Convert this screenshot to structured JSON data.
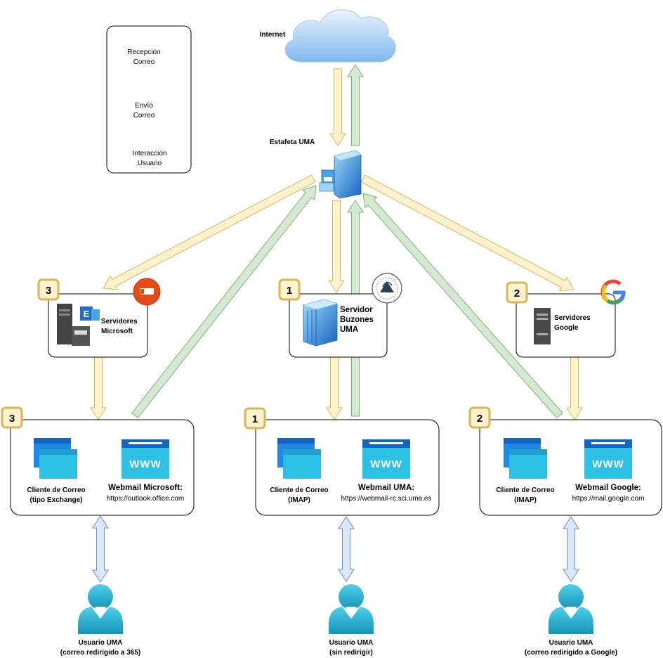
{
  "colors": {
    "reception_fill": "#fff2cc",
    "reception_stroke": "#d6b656",
    "send_fill": "#d5e8d4",
    "send_stroke": "#82b366",
    "user_fill": "#dae8fc",
    "user_stroke": "#6c8ebf",
    "badge_fill": "#fff2cc",
    "badge_stroke": "#d6b656",
    "accent_blue": "#1e88e5",
    "icon_cyan": "#2bc0e4"
  },
  "legend": {
    "reception_line1": "Recepción",
    "reception_line2": "Correo",
    "send_line1": "Envío",
    "send_line2": "Correo",
    "interaction_line1": "Interacción",
    "interaction_line2": "Usuario"
  },
  "internet": {
    "label": "Internet",
    "icon": "cloud-icon"
  },
  "estafeta": {
    "label": "Estafeta UMA",
    "icon": "mail-relay-server-icon"
  },
  "servers": {
    "microsoft": {
      "badge": "3",
      "line1": "Servidores",
      "line2": "Microsoft",
      "icon": "exchange-server-icon",
      "logo": "office-logo-icon"
    },
    "uma": {
      "badge": "1",
      "line1": "Servidor",
      "line2": "Buzones",
      "line3": "UMA",
      "icon": "server-cluster-icon",
      "logo": "uma-seal-icon"
    },
    "google": {
      "badge": "2",
      "line1": "Servidores",
      "line2": "Google",
      "icon": "tower-server-icon",
      "logo": "google-logo-icon"
    }
  },
  "clients": {
    "microsoft": {
      "badge": "3",
      "client_line1": "Cliente de Correo",
      "client_line2": "(tipo Exchange)",
      "webmail_title": "Webmail Microsoft:",
      "webmail_url": "https://outlook.office.com",
      "www": "WWW"
    },
    "uma": {
      "badge": "1",
      "client_line1": "Cliente de Correo",
      "client_line2": "(IMAP)",
      "webmail_title": "Webmail UMA:",
      "webmail_url": "https://webmail-rc.sci.uma.es",
      "www": "WWW"
    },
    "google": {
      "badge": "2",
      "client_line1": "Cliente de Correo",
      "client_line2": "(IMAP)",
      "webmail_title": "Webmail Google:",
      "webmail_url": "https://mail.google.com",
      "www": "WWW"
    }
  },
  "users": {
    "microsoft": {
      "line1": "Usuario UMA",
      "line2": "(correo redirigido a 365)"
    },
    "uma": {
      "line1": "Usuario UMA",
      "line2": "(sin redirigir)"
    },
    "google": {
      "line1": "Usuario UMA",
      "line2": "(correo redirigido a Google)"
    }
  }
}
